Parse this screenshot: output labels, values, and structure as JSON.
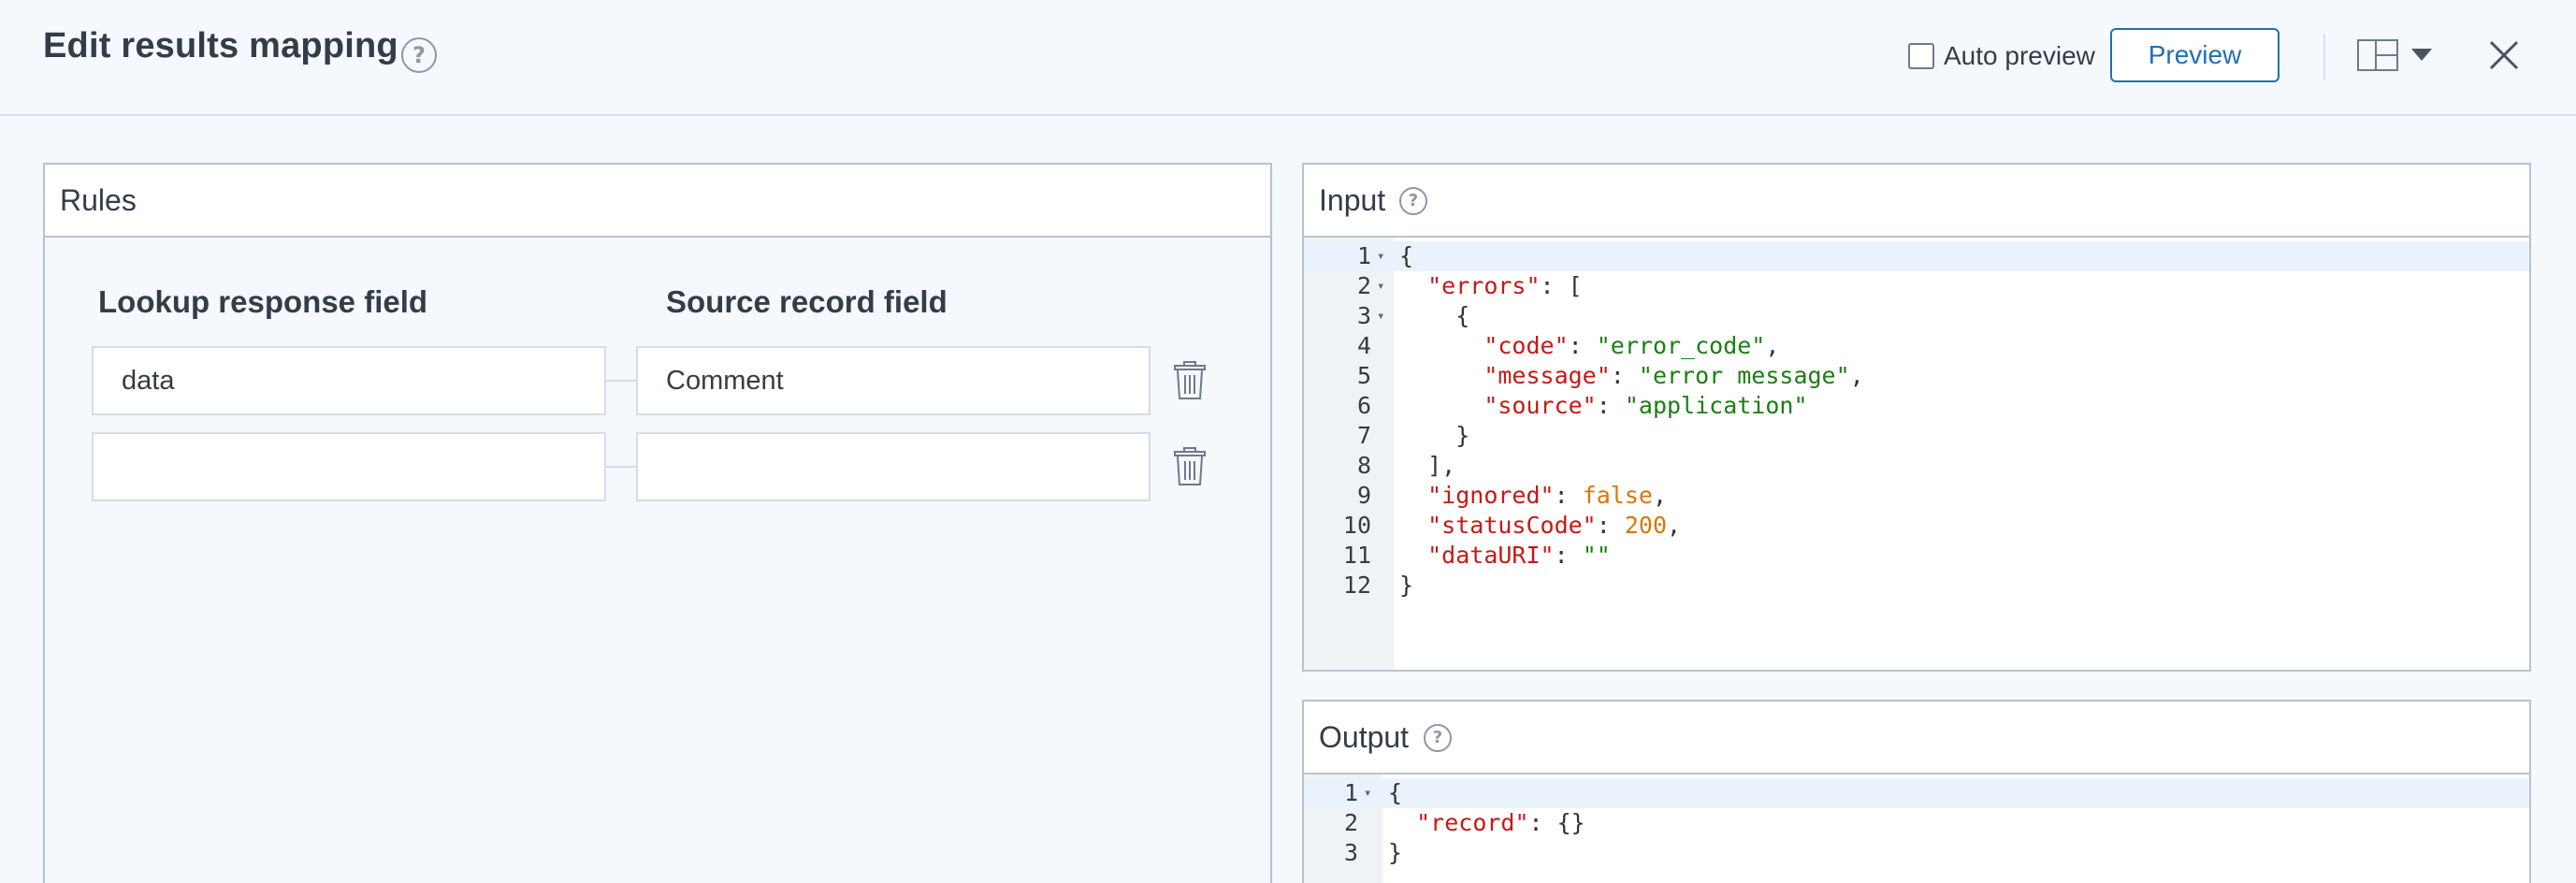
{
  "header": {
    "title": "Edit results mapping",
    "help_glyph": "?",
    "auto_preview_label": "Auto preview",
    "auto_preview_checked": false,
    "preview_button": "Preview",
    "icons": [
      "help-icon",
      "layout-icon",
      "caret-down-icon",
      "close-icon"
    ]
  },
  "rules": {
    "title": "Rules",
    "columns": {
      "lookup": "Lookup response field",
      "source": "Source record field"
    },
    "rows": [
      {
        "lookup": "data",
        "source": "Comment"
      },
      {
        "lookup": "",
        "source": ""
      }
    ]
  },
  "input_panel": {
    "title": "Input",
    "help_glyph": "?",
    "line_numbers": [
      "1",
      "2",
      "3",
      "4",
      "5",
      "6",
      "7",
      "8",
      "9",
      "10",
      "11",
      "12"
    ],
    "lines": [
      "{",
      "  \"errors\": [",
      "    {",
      "      \"code\": \"error_code\",",
      "      \"message\": \"error message\",",
      "      \"source\": \"application\"",
      "    }",
      "  ],",
      "  \"ignored\": false,",
      "  \"statusCode\": 200,",
      "  \"dataURI\": \"\"",
      "}"
    ]
  },
  "output_panel": {
    "title": "Output",
    "help_glyph": "?",
    "line_numbers": [
      "1",
      "2",
      "3"
    ],
    "lines": [
      "{",
      "  \"record\": {}",
      "}"
    ]
  },
  "colors": {
    "accent": "#1f6fb5",
    "json_key": "#c41a16",
    "json_string": "#1a7f12",
    "json_literal": "#d97706"
  }
}
